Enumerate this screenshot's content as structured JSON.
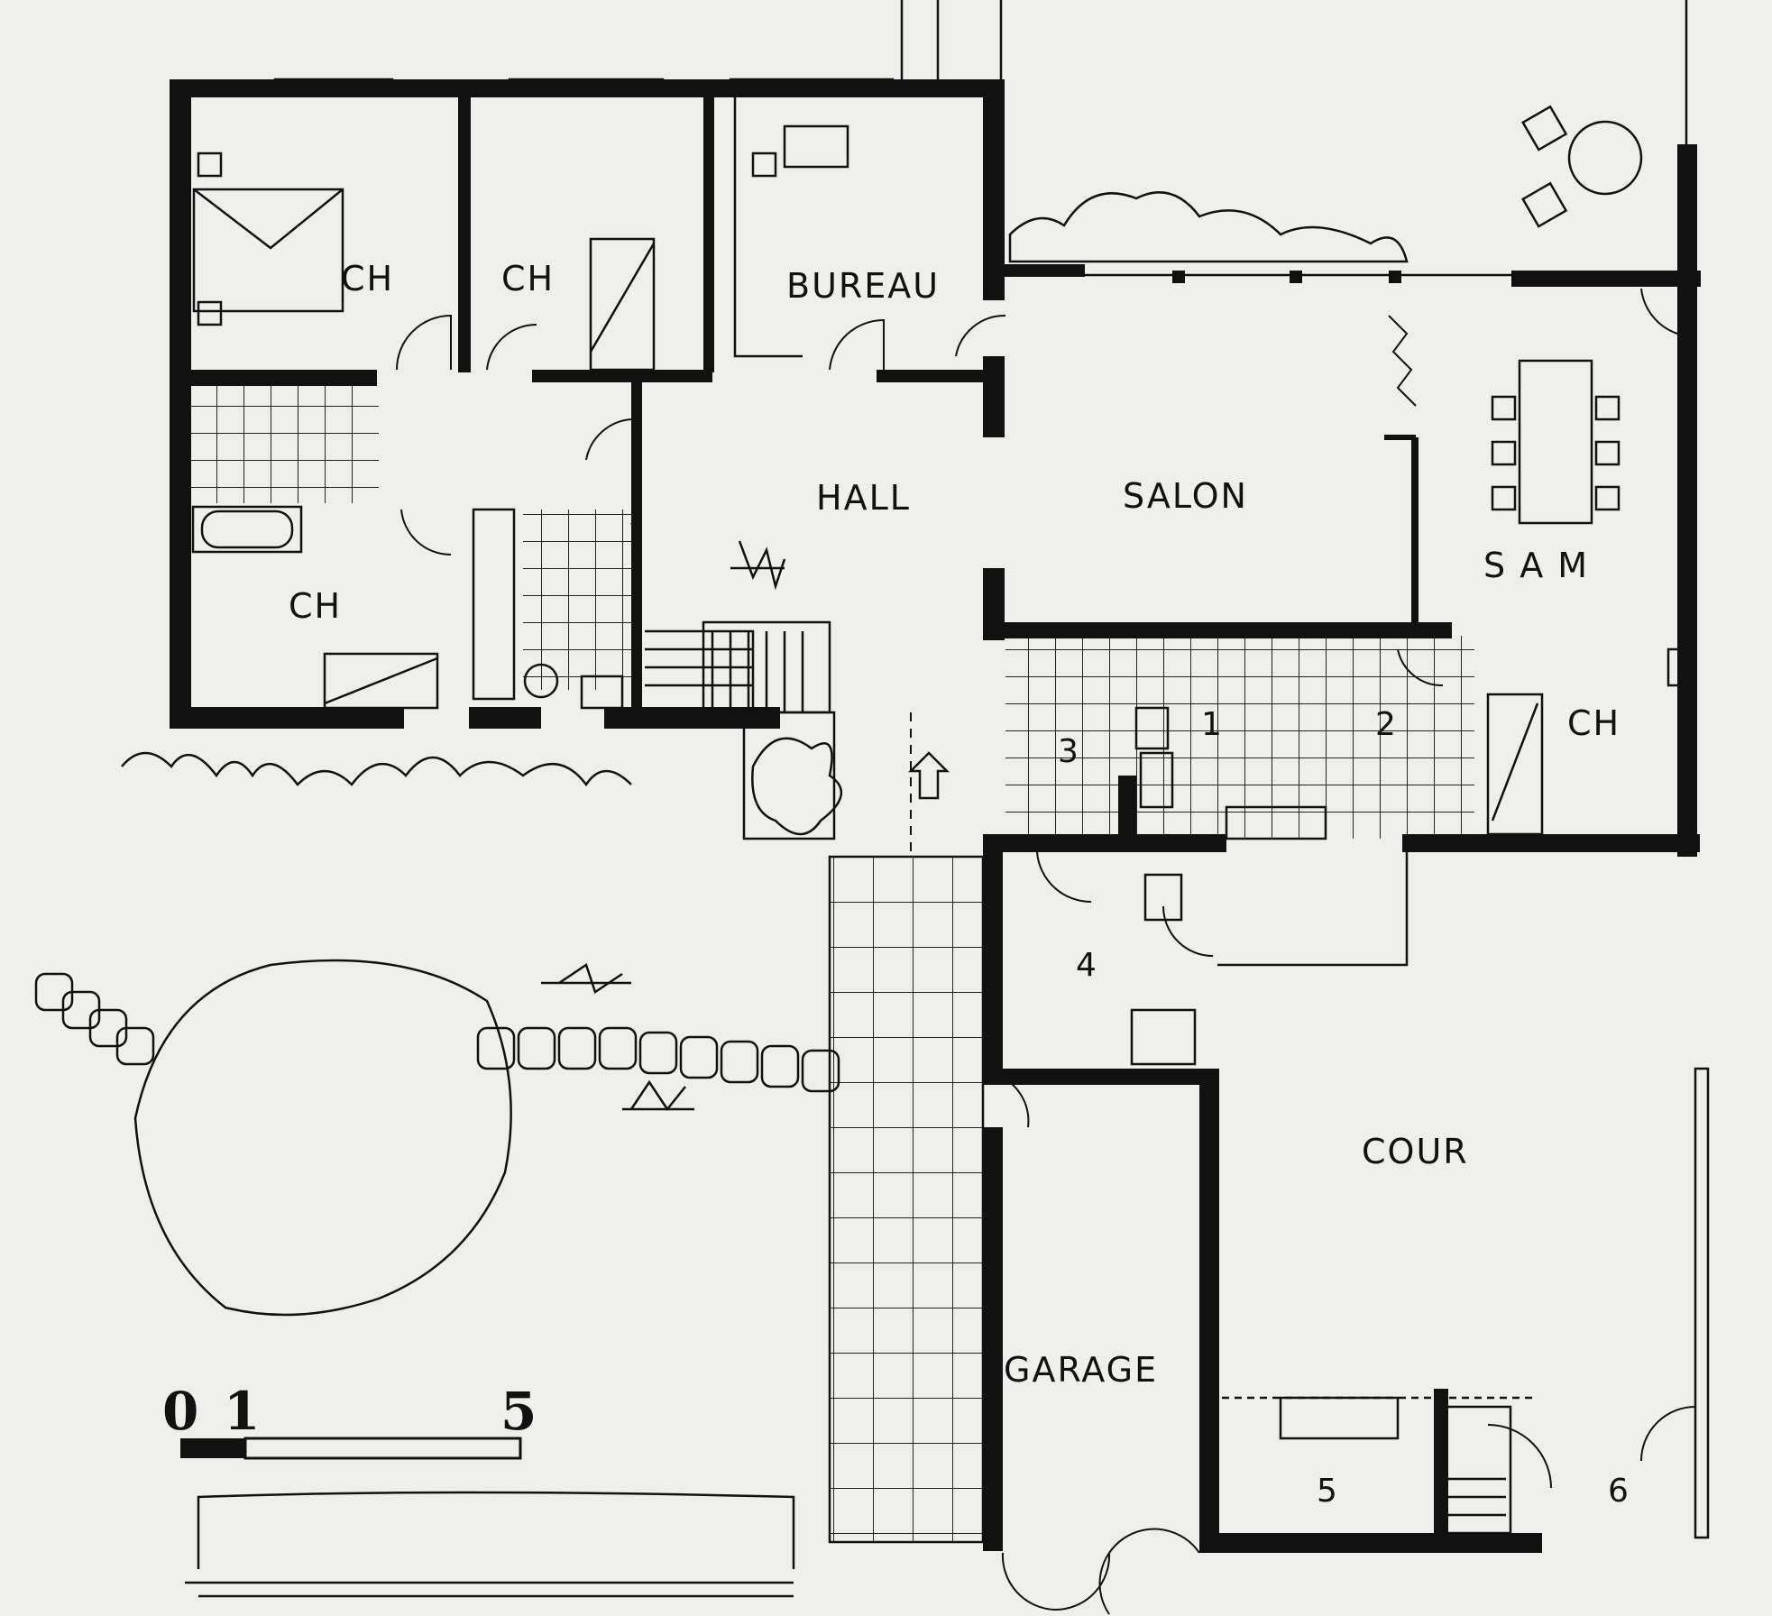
{
  "rooms": {
    "ch_1": "CH",
    "ch_2": "CH",
    "bureau": "BUREAU",
    "ch_3": "CH",
    "hall": "HALL",
    "salon": "SALON",
    "sam": "S A M",
    "ch_4": "CH",
    "cour": "COUR",
    "garage": "GARAGE"
  },
  "numbers": {
    "n1": "1",
    "n2": "2",
    "n3": "3",
    "n4": "4",
    "n5": "5",
    "n6": "6"
  },
  "scale": {
    "zero": "0",
    "one": "1",
    "five": "5"
  },
  "colors": {
    "ink": "#111111",
    "paper": "#eeeeea"
  }
}
